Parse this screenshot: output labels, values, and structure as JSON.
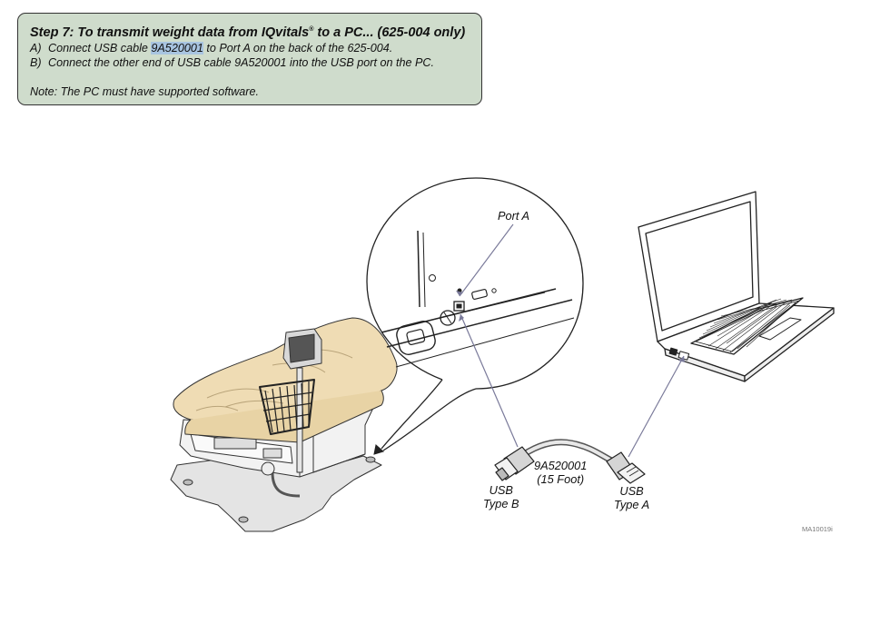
{
  "step": {
    "title_main": "Step 7: To transmit weight data from IQvitals",
    "title_mark": "®",
    "title_tail": " to a PC... (625-004 only)",
    "line_a_label": "A)",
    "line_a_pre": "Connect USB cable ",
    "line_a_highlight": "9A520001",
    "line_a_post": " to Port A on the back of the 625-004.",
    "line_b_label": "B)",
    "line_b_text": "Connect the other end of USB cable 9A520001 into the USB port on the PC.",
    "note": "Note: The PC must have supported software."
  },
  "figure": {
    "port_label": "Port A",
    "cable_part": "9A520001",
    "cable_length": "(15 Foot)",
    "usb_b_line1": "USB",
    "usb_b_line2": "Type B",
    "usb_a_line1": "USB",
    "usb_a_line2": "Type A",
    "figure_code": "MA10019i"
  },
  "colors": {
    "note_box": "#cfdccc",
    "cushion": "#efdcb4",
    "highlight": "#a8c4e0"
  }
}
